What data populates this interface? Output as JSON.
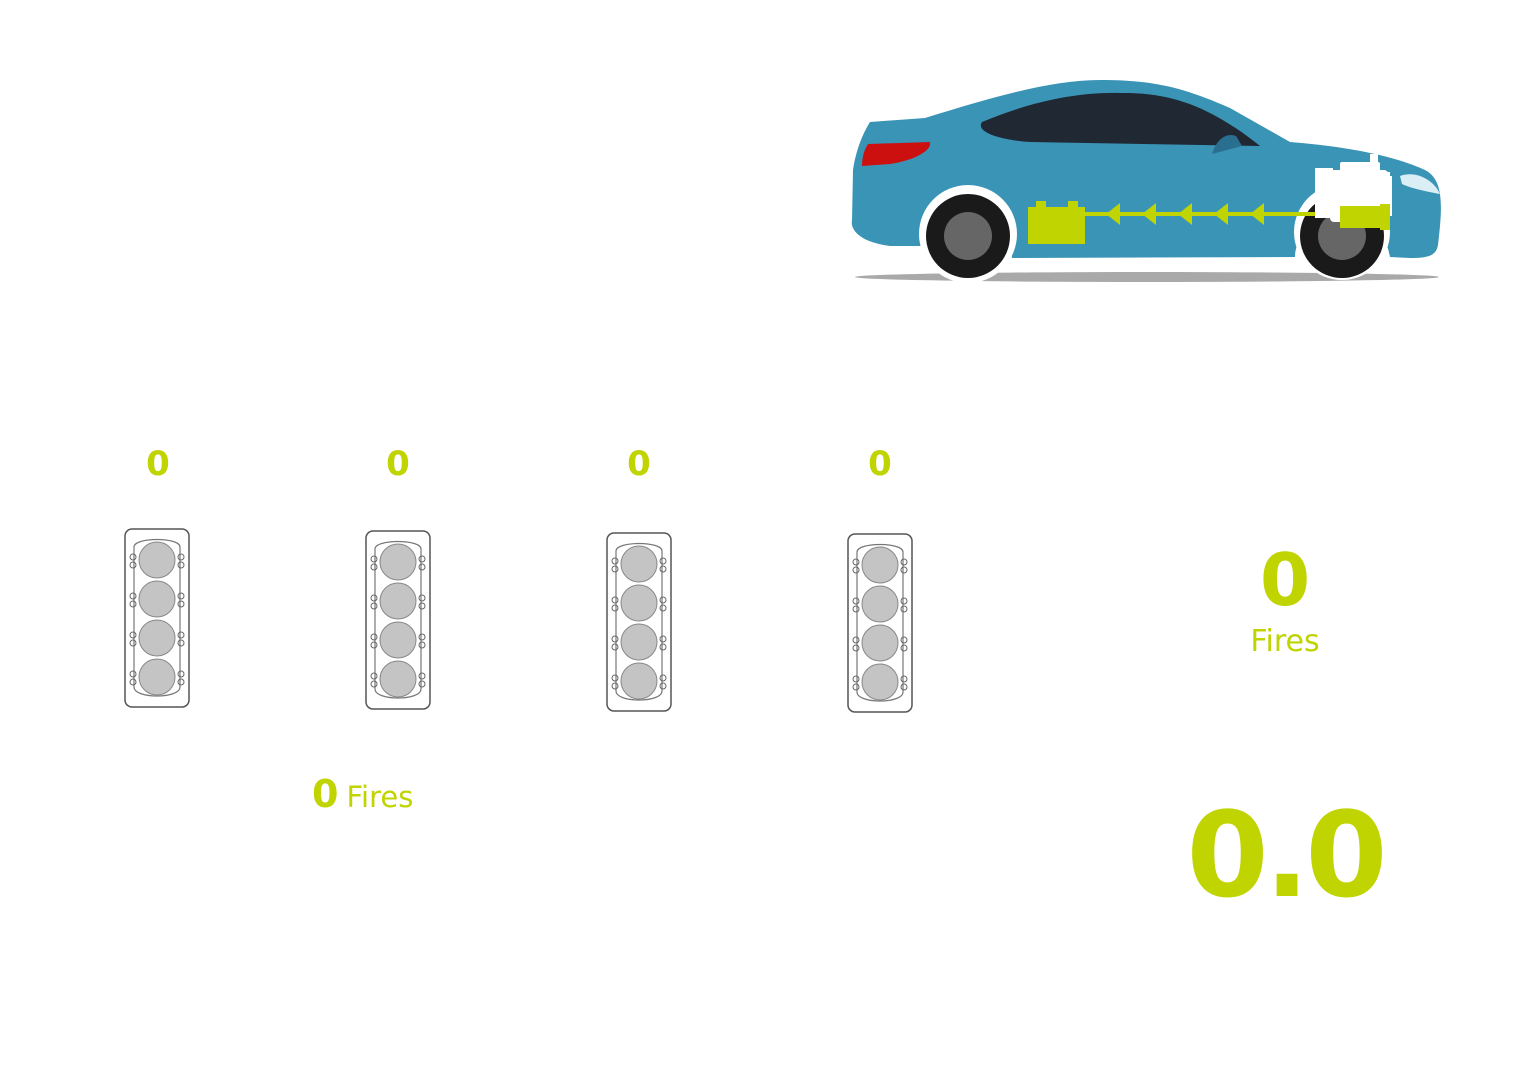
{
  "colors": {
    "accent": "#bfd400",
    "car_body": "#3a94b6",
    "car_window": "#1f2833",
    "tail_light": "#cc1010",
    "wheel": "#1a1a1a",
    "hub": "#666666",
    "cylinder": "#c4c4c4"
  },
  "icons": {
    "car": "hybrid-car-icon",
    "battery": "battery-icon",
    "engine": "engine-icon",
    "engine_block": "engine-block-icon"
  },
  "cylinders": [
    {
      "count": "0"
    },
    {
      "count": "0"
    },
    {
      "count": "0"
    },
    {
      "count": "0"
    }
  ],
  "fires_total": {
    "value": "0",
    "label": "Fires"
  },
  "side_stat": {
    "value": "0",
    "label": "Fires"
  },
  "big_value": "0.0"
}
